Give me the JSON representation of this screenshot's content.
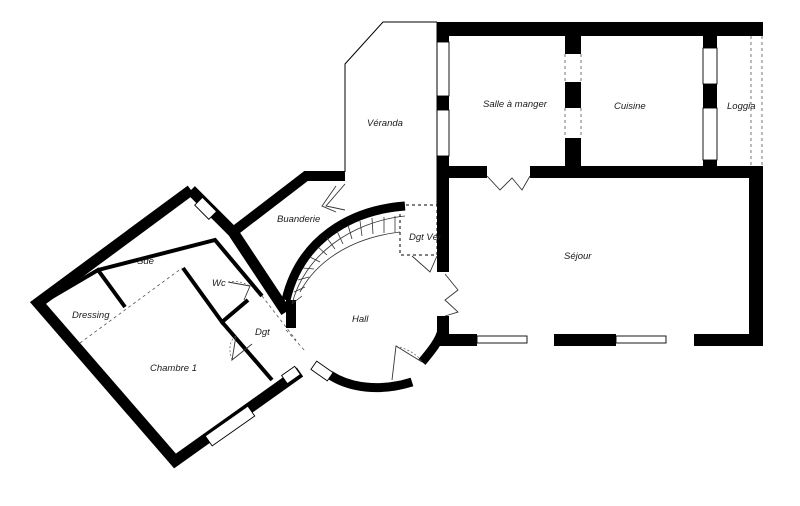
{
  "rooms": {
    "veranda": "Véranda",
    "salle_a_manger": "Salle à manger",
    "cuisine": "Cuisine",
    "loggia": "Loggia",
    "buanderie": "Buanderie",
    "dgt_ver": "Dgt Vér",
    "sejour": "Séjour",
    "sde": "Sde",
    "wc": "Wc",
    "dressing": "Dressing",
    "dgt": "Dgt",
    "hall": "Hall",
    "chambre_1": "Chambre 1"
  },
  "colors": {
    "wall": "#000000",
    "background": "#ffffff",
    "label": "#1a1a1a"
  }
}
